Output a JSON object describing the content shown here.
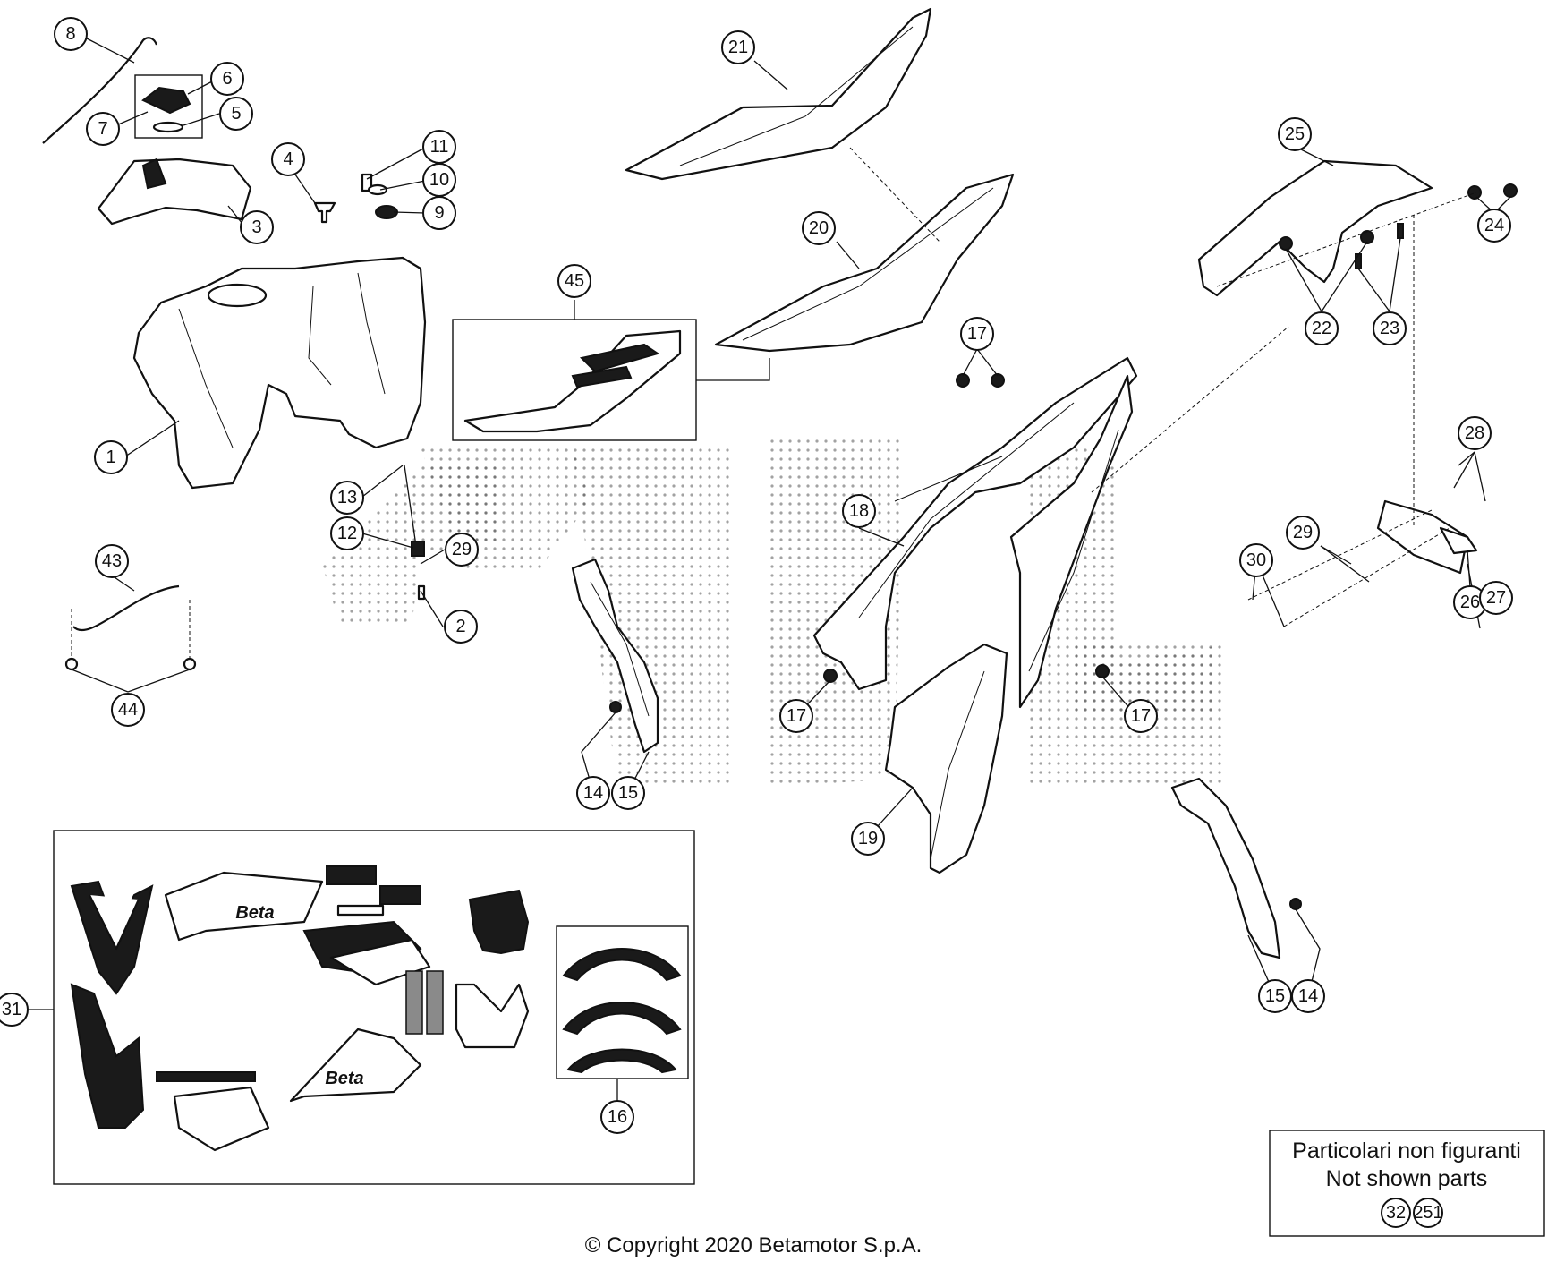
{
  "callouts": {
    "c1": "1",
    "c2": "2",
    "c3": "3",
    "c4": "4",
    "c5": "5",
    "c6": "6",
    "c7": "7",
    "c8": "8",
    "c9": "9",
    "c10": "10",
    "c11": "11",
    "c12": "12",
    "c13": "13",
    "c14a": "14",
    "c14b": "14",
    "c15a": "15",
    "c15b": "15",
    "c16": "16",
    "c17a": "17",
    "c17b": "17",
    "c17c": "17",
    "c18": "18",
    "c19": "19",
    "c20": "20",
    "c21": "21",
    "c22": "22",
    "c23": "23",
    "c24": "24",
    "c25": "25",
    "c26": "26",
    "c27": "27",
    "c28": "28",
    "c29a": "29",
    "c29b": "29",
    "c30": "30",
    "c31": "31",
    "c43": "43",
    "c44": "44",
    "c45": "45"
  },
  "not_shown_box": {
    "title_it": "Particolari non figuranti",
    "title_en": "Not shown parts",
    "part_a": "32",
    "part_b": "251"
  },
  "decals": {
    "brand_a": "Beta",
    "brand_b": "Beta"
  },
  "copyright": "© Copyright 2020 Betamotor S.p.A."
}
